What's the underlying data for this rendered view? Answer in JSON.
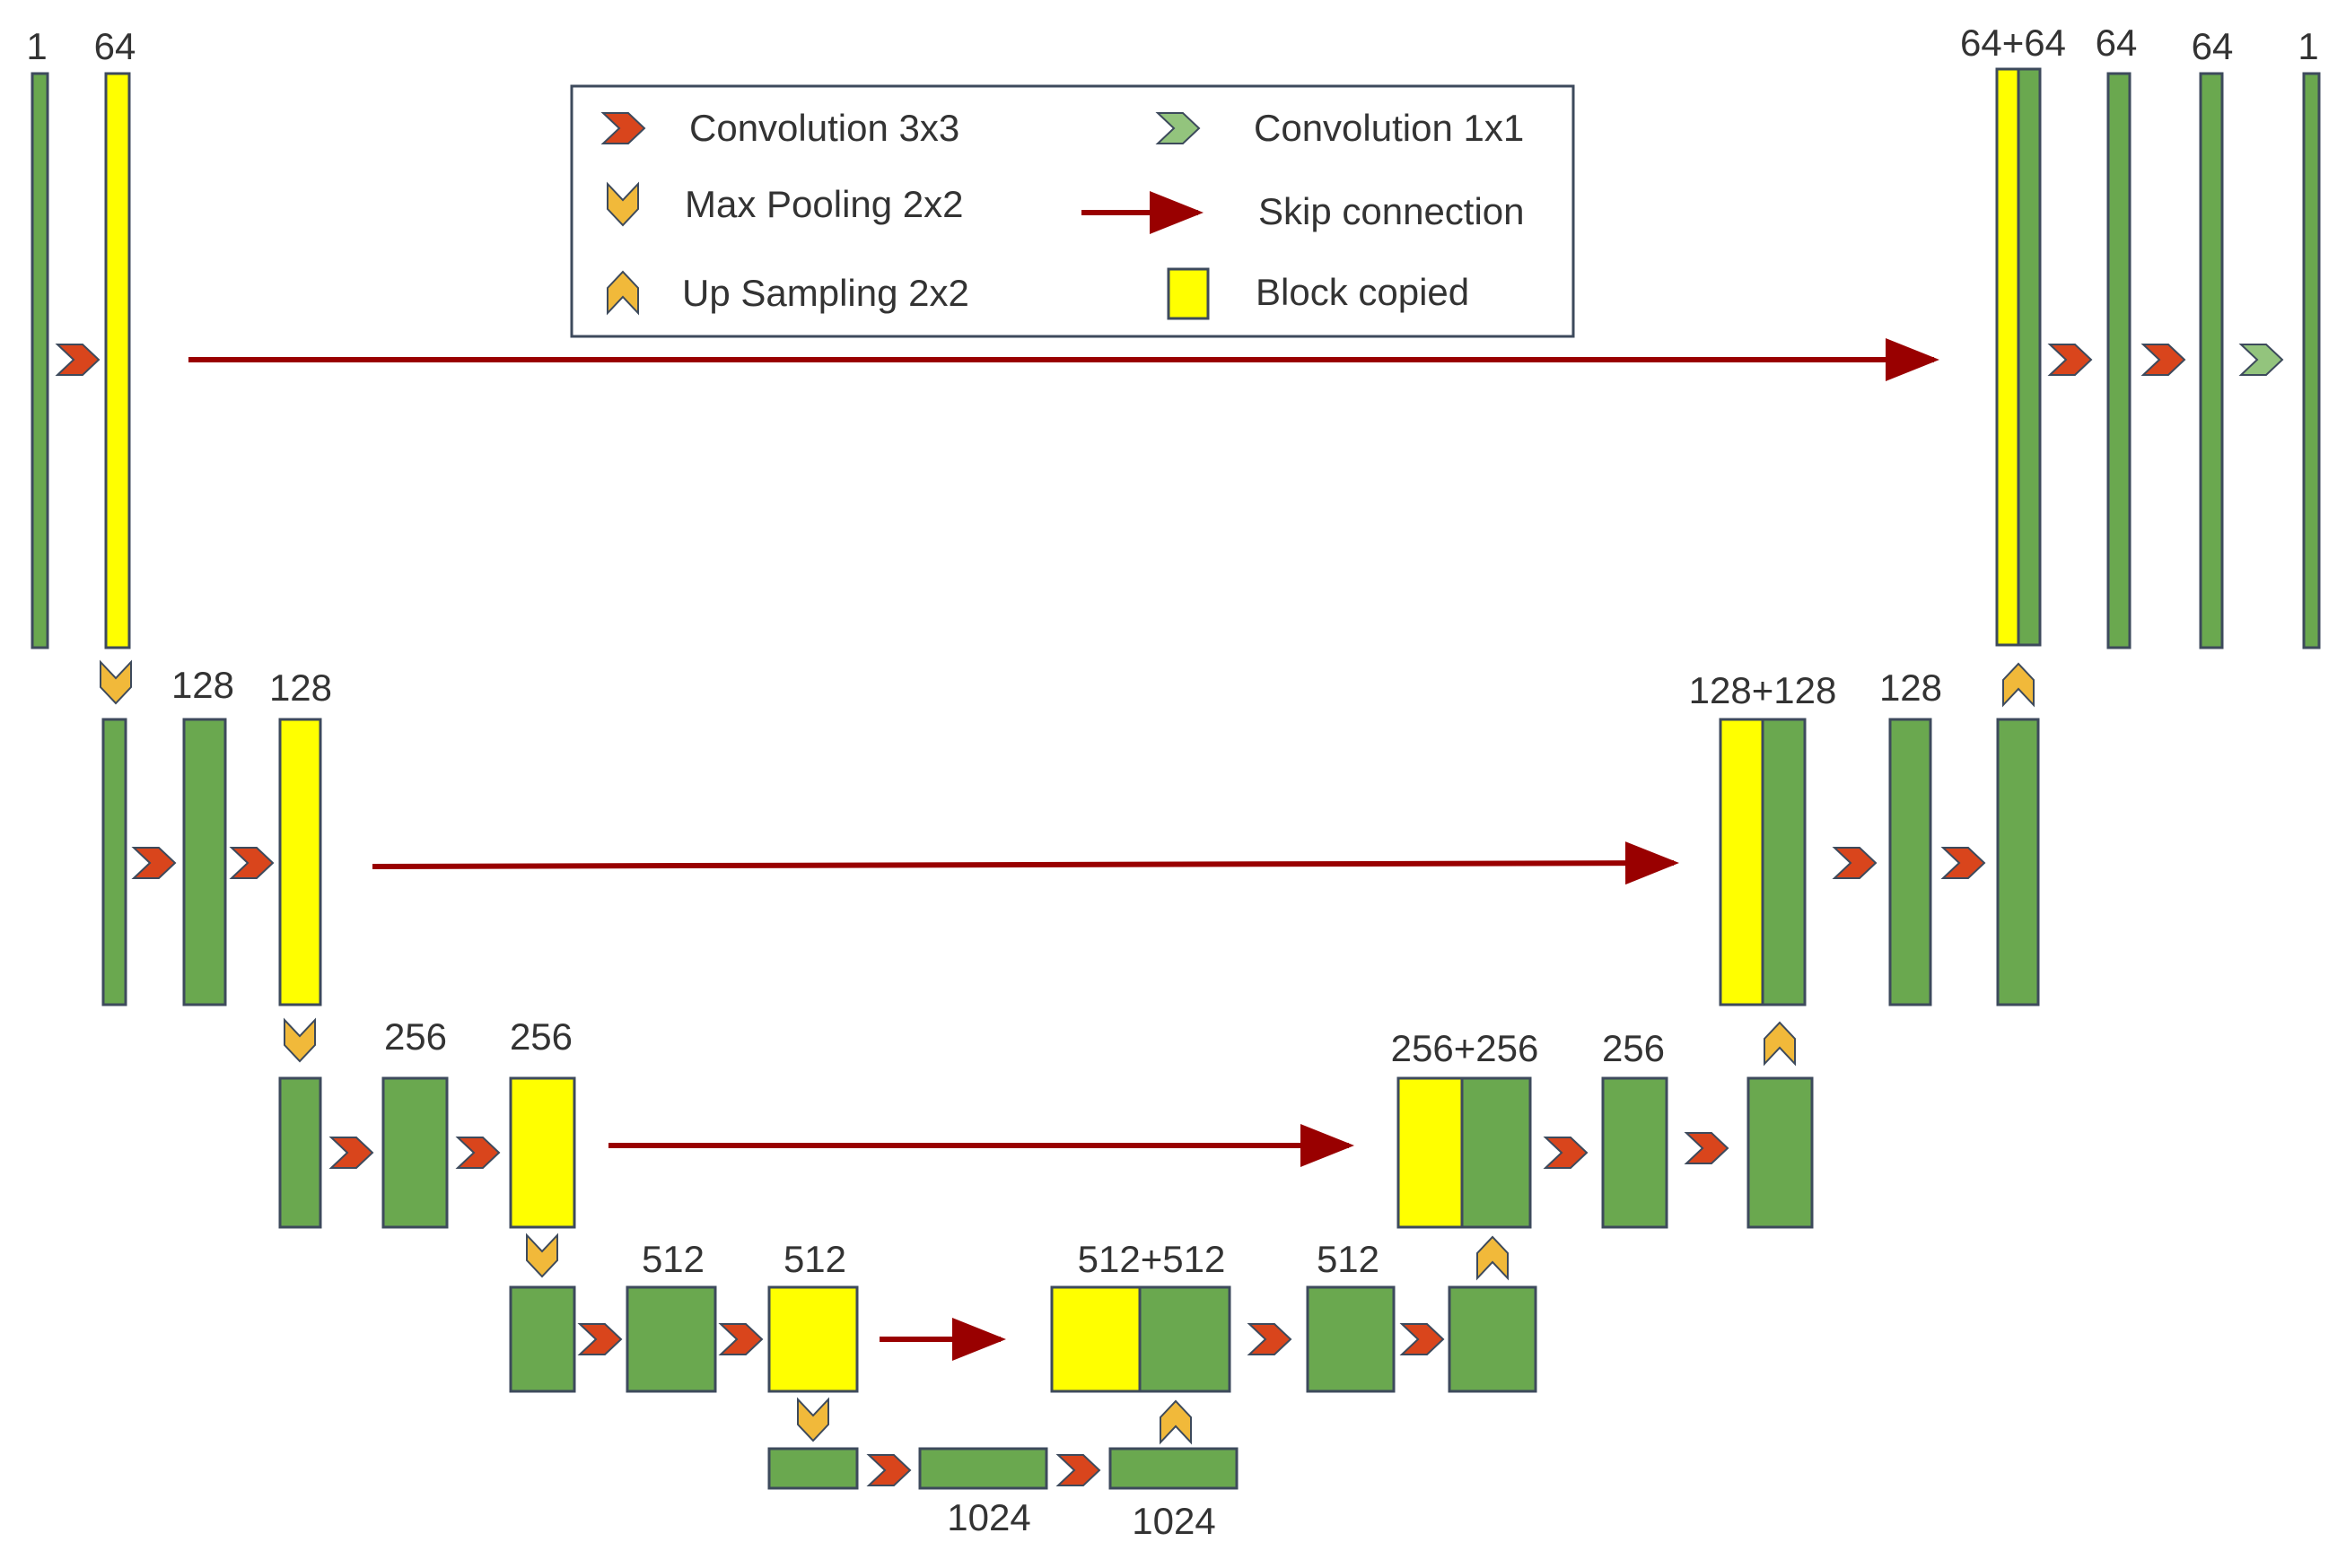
{
  "colors": {
    "block_green": "#6aa84f",
    "block_yellow": "#ffff00",
    "stroke": "#3d4a5c",
    "conv3x3": "#d9451c",
    "conv1x1": "#93c47d",
    "pool": "#f1b93a",
    "skip": "#990000"
  },
  "icons": {
    "conv3x3": "chevron-right-red-icon",
    "conv1x1": "chevron-right-lightgreen-icon",
    "maxpool": "chevron-down-orange-icon",
    "upsample": "chevron-up-orange-icon",
    "skip": "arrow-right-darkred-icon",
    "copied": "yellow-square-icon"
  },
  "legend": {
    "conv3x3": "Convolution 3x3",
    "conv1x1": "Convolution 1x1",
    "maxpool": "Max Pooling 2x2",
    "skip": "Skip connection",
    "upsample": "Up Sampling 2x2",
    "copied": "Block copied"
  },
  "labels": {
    "l1_in": "1",
    "l1_a": "64",
    "l1_concat": "64+64",
    "l1_b": "64",
    "l1_c": "64",
    "l1_out": "1",
    "l2_a": "128",
    "l2_b": "128",
    "l2_concat": "128+128",
    "l2_c": "128",
    "l3_a": "256",
    "l3_b": "256",
    "l3_concat": "256+256",
    "l3_c": "256",
    "l4_a": "512",
    "l4_b": "512",
    "l4_concat": "512+512",
    "l4_c": "512",
    "l5_a": "1024",
    "l5_b": "1024"
  }
}
